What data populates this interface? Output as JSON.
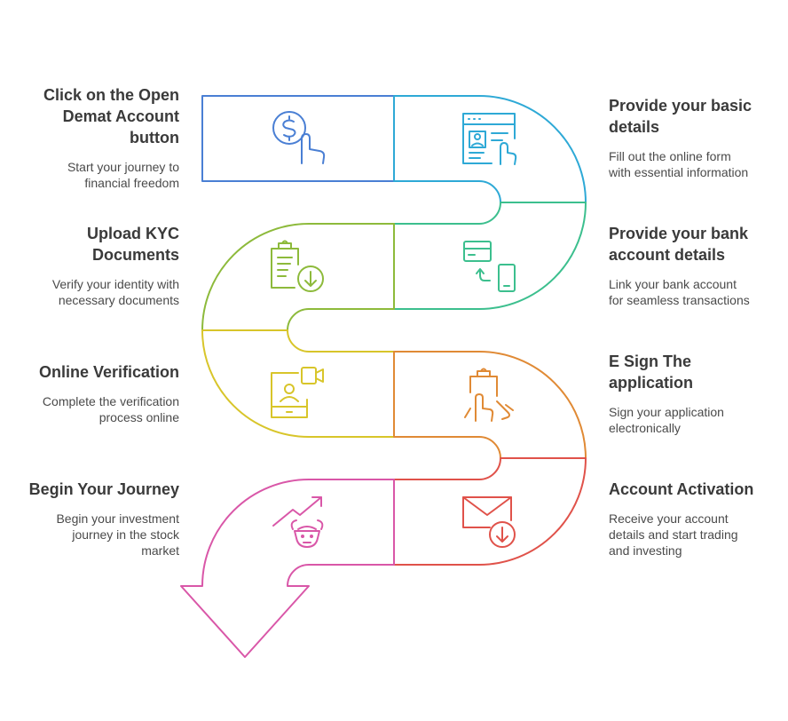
{
  "steps": [
    {
      "title": "Click on the Open Demat Account button",
      "desc": "Start your journey to financial freedom",
      "color": "#4a7fd4",
      "icon": "dollar-tap-icon"
    },
    {
      "title": "Provide your basic details",
      "desc": "Fill out the online form with essential information",
      "color": "#2ea9d6",
      "icon": "online-form-icon"
    },
    {
      "title": "Provide your bank account details",
      "desc": "Link your bank account for seamless transactions",
      "color": "#3cbf8e",
      "icon": "bank-transfer-icon"
    },
    {
      "title": "Upload KYC Documents",
      "desc": "Verify your identity with necessary documents",
      "color": "#8dba3b",
      "icon": "kyc-document-icon"
    },
    {
      "title": "Online Verification",
      "desc": "Complete the verification process online",
      "color": "#d8c52a",
      "icon": "video-verification-icon"
    },
    {
      "title": "E Sign The application",
      "desc": "Sign your application electronically",
      "color": "#e08a35",
      "icon": "e-sign-icon"
    },
    {
      "title": "Account Activation",
      "desc": "Receive your account details and start trading and investing",
      "color": "#e0524a",
      "icon": "email-download-icon"
    },
    {
      "title": "Begin Your Journey",
      "desc": "Begin your investment journey in the stock market",
      "color": "#d957a8",
      "icon": "bull-market-icon"
    }
  ],
  "labels": {
    "s1_title_l1": "Click on the Open",
    "s1_title_l2": "Demat Account",
    "s1_title_l3": "button",
    "s1_desc_l1": "Start your journey to",
    "s1_desc_l2": "financial freedom",
    "s2_title_l1": "Provide your basic",
    "s2_title_l2": "details",
    "s2_desc_l1": "Fill out the online form",
    "s2_desc_l2": "with essential information",
    "s3_title_l1": "Provide your bank",
    "s3_title_l2": "account details",
    "s3_desc_l1": "Link your bank account",
    "s3_desc_l2": "for seamless transactions",
    "s4_title_l1": "Upload KYC",
    "s4_title_l2": "Documents",
    "s4_desc_l1": "Verify your identity with",
    "s4_desc_l2": "necessary documents",
    "s5_title_l1": "Online Verification",
    "s5_desc_l1": "Complete the verification",
    "s5_desc_l2": "process online",
    "s6_title_l1": "E Sign The",
    "s6_title_l2": "application",
    "s6_desc_l1": "Sign your application",
    "s6_desc_l2": "electronically",
    "s7_title_l1": "Account Activation",
    "s7_desc_l1": "Receive your account",
    "s7_desc_l2": "details and start trading",
    "s7_desc_l3": "and investing",
    "s8_title_l1": "Begin Your Journey",
    "s8_desc_l1": "Begin your investment",
    "s8_desc_l2": "journey in the stock",
    "s8_desc_l3": "market"
  }
}
